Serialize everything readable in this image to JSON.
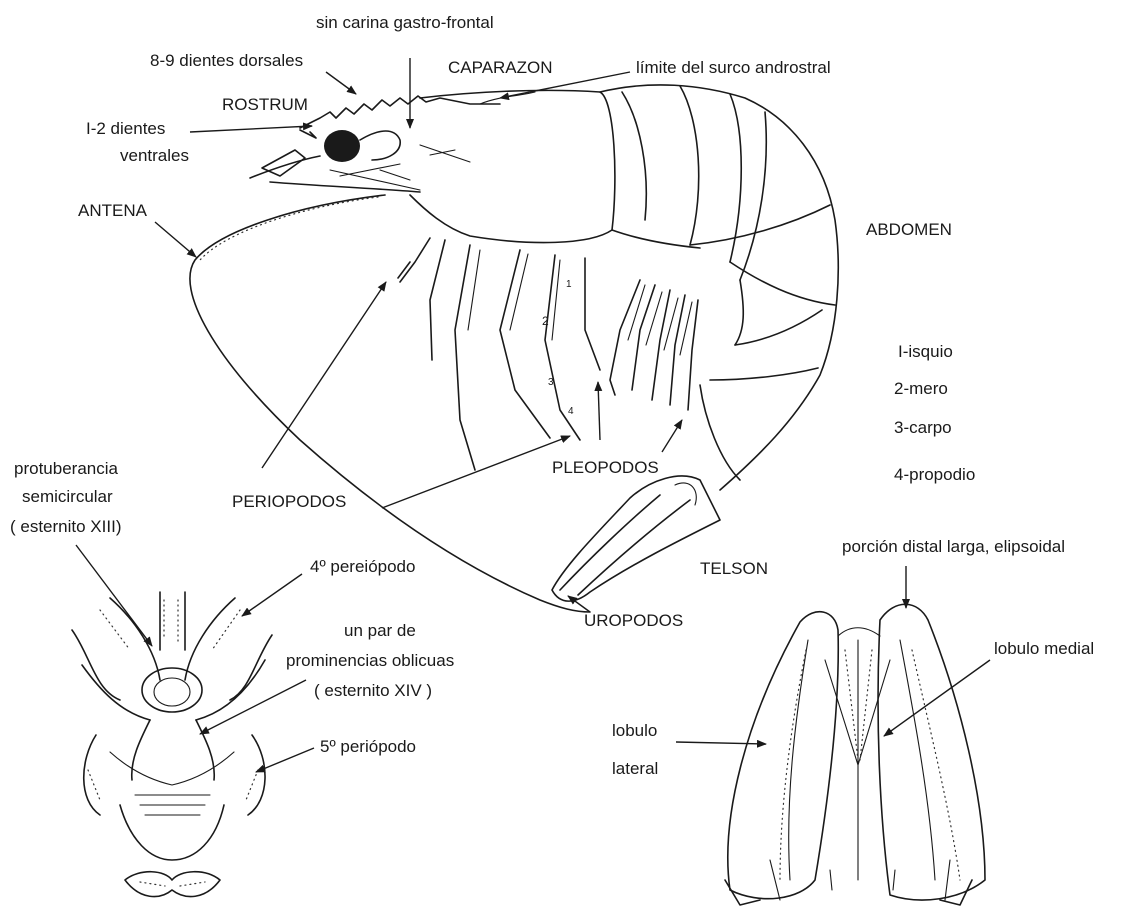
{
  "labels": {
    "sin_carina": "sin carina gastro-frontal",
    "dientes_dorsales": "8-9 dientes dorsales",
    "caparazon": "CAPARAZON",
    "limite_surco": "límite del surco androstral",
    "rostrum": "ROSTRUM",
    "dientes_ventrales_1": "I-2 dientes",
    "dientes_ventrales_2": "ventrales",
    "antena": "ANTENA",
    "abdomen": "ABDOMEN",
    "isquio": "I-isquio",
    "mero": "2-mero",
    "carpo": "3-carpo",
    "propodio": "4-propodio",
    "pleopodos": "PLEOPODOS",
    "periopodos": "PERIOPODOS",
    "telson": "TELSON",
    "uropodos": "UROPODOS",
    "protuberancia_1": "protuberancia",
    "protuberancia_2": "semicircular",
    "protuberancia_3": "( esternito XIII)",
    "cuarto_pereiopodo": "4º pereiópodo",
    "prominencias_1": "un par de",
    "prominencias_2": "prominencias oblicuas",
    "prominencias_3": "( esternito XIV )",
    "quinto_periopodo": "5º periópodo",
    "porcion_distal": "porción distal larga, elipsoidal",
    "lobulo_medial": "lobulo medial",
    "lobulo_lateral_1": "lobulo",
    "lobulo_lateral_2": "lateral",
    "seg_1": "1",
    "seg_2": "2",
    "seg_3": "3",
    "seg_4": "4"
  }
}
